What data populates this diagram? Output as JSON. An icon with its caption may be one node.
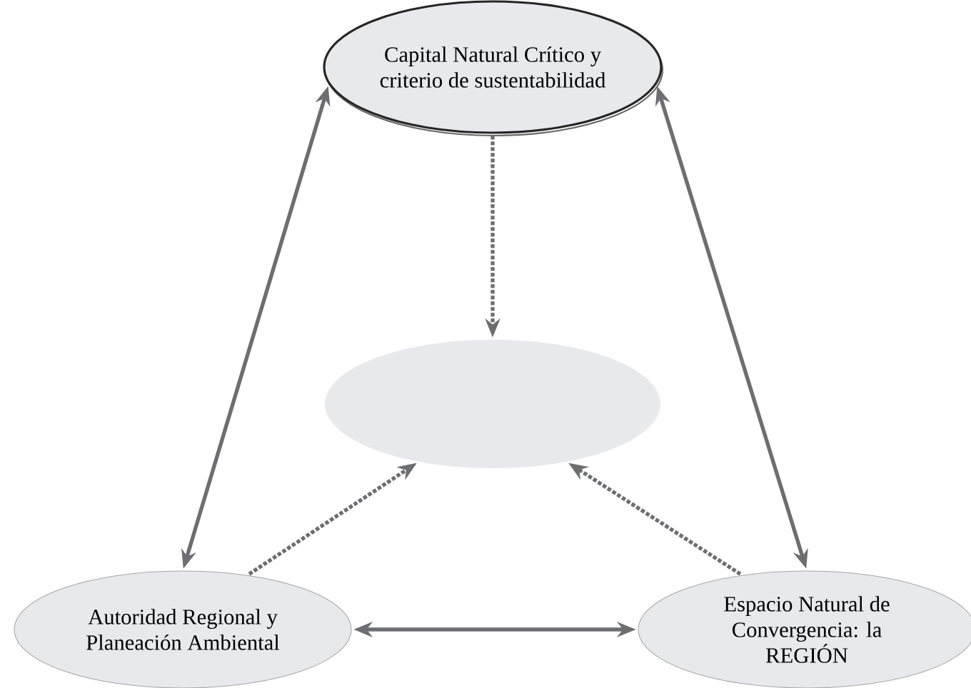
{
  "diagram": {
    "nodes": [
      {
        "text": [
          "Capital Natural Crítico y criterio de sustentabilidad"
        ]
      },
      {
        "text": [],
        "shape": "ellipse"
      },
      {
        "text": [
          "Autoridad Regional y Planeación Ambiental"
        ]
      },
      {
        "text": [
          "Espacio Natural de Convergencia: la REGIÓN"
        ]
      }
    ],
    "edges": [
      {
        "from": 0,
        "to": 2,
        "arrow": "both"
      },
      {
        "from": 0,
        "to": 3,
        "arrow": "both"
      },
      {
        "from": 0,
        "to": 1,
        "arrow": "to",
        "style": "dashed"
      },
      {
        "from": 2,
        "to": 1,
        "arrow": "to",
        "style": "dashed"
      },
      {
        "from": 3,
        "to": 1,
        "arrow": "to",
        "style": "dashed"
      },
      {
        "from": 2,
        "to": 3,
        "arrow": "both"
      }
    ]
  }
}
